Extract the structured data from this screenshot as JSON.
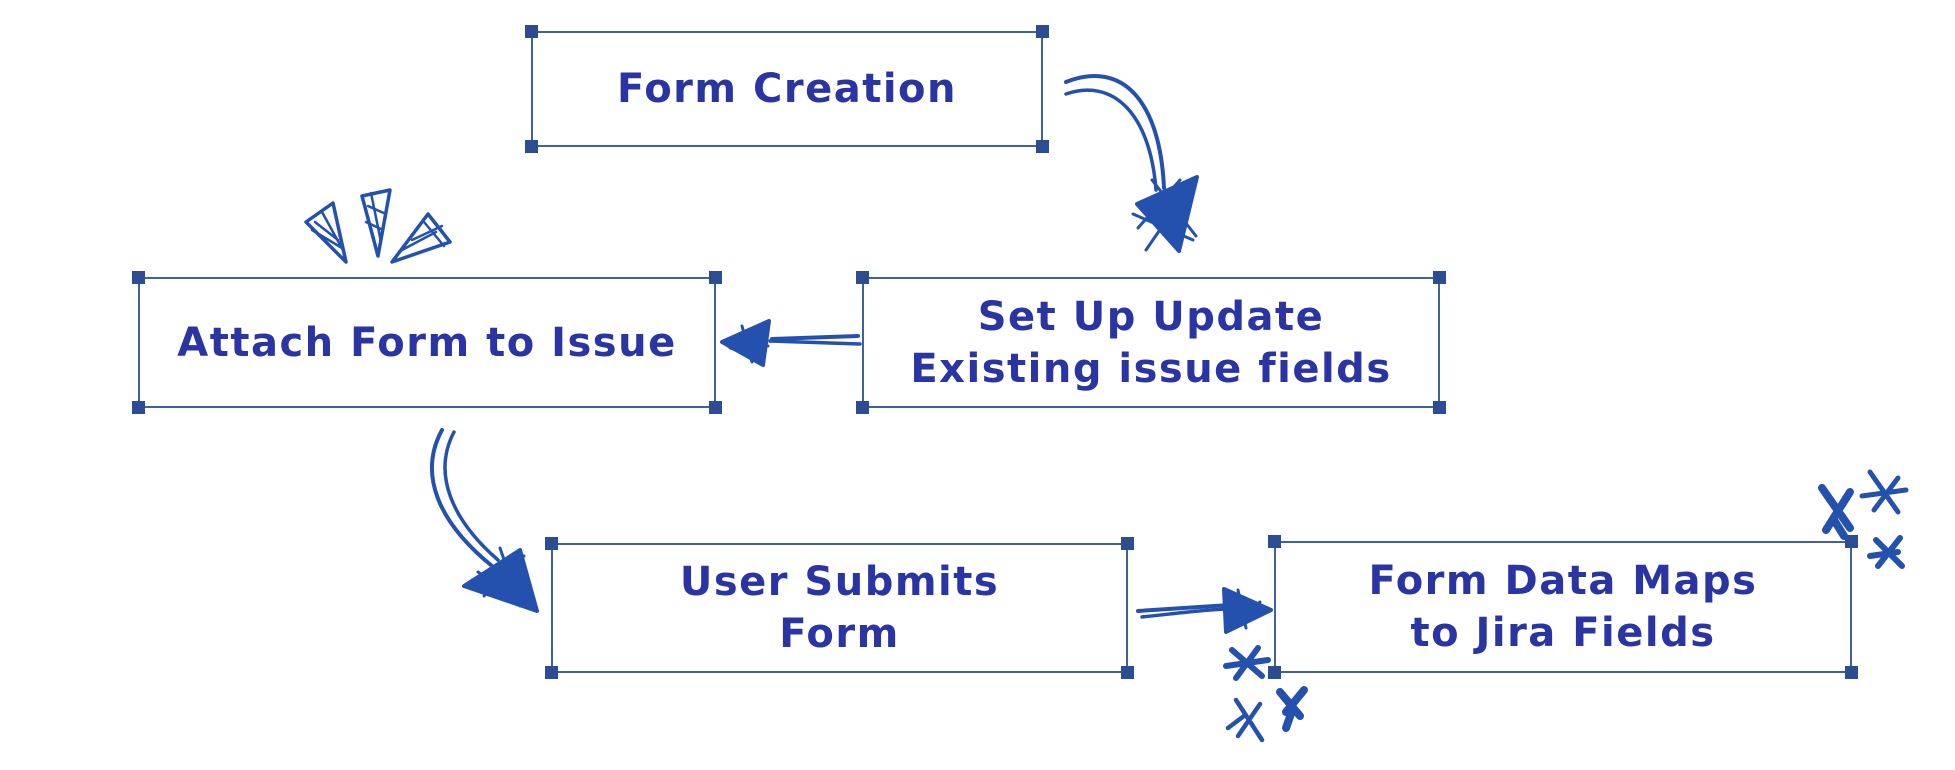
{
  "diagram": {
    "title": "Jira form workflow diagram",
    "colors": {
      "background": "#ffffff",
      "text": "#2a35a3",
      "border": "#40619f",
      "handle": "#2c4d92",
      "ink": "#2451ae"
    },
    "nodes": {
      "form_creation": {
        "label": "Form Creation"
      },
      "setup_update": {
        "label": "Set Up Update\nExisting issue fields"
      },
      "attach_form": {
        "label": "Attach Form to Issue"
      },
      "user_submits": {
        "label": "User Submits\nForm"
      },
      "form_data_maps": {
        "label": "Form Data Maps\nto Jira Fields"
      }
    },
    "edges": [
      {
        "from": "form_creation",
        "to": "setup_update",
        "style": "curved-sketch-arrow"
      },
      {
        "from": "setup_update",
        "to": "attach_form",
        "style": "straight-sketch-arrow"
      },
      {
        "from": "attach_form",
        "to": "user_submits",
        "style": "curved-sketch-arrow"
      },
      {
        "from": "user_submits",
        "to": "form_data_maps",
        "style": "straight-sketch-arrow"
      }
    ],
    "doodles": [
      {
        "type": "emphasis-rays",
        "near": "attach_form",
        "count": 3
      },
      {
        "type": "asterisk-cluster",
        "near": "form_data_maps-top-right",
        "count": 3
      },
      {
        "type": "asterisk-cluster",
        "near": "form_data_maps-bottom-left",
        "count": 3
      }
    ]
  }
}
